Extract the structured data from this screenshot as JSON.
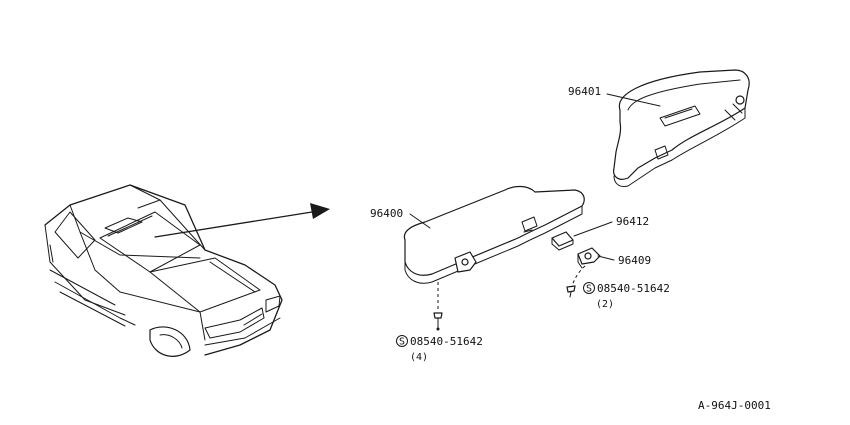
{
  "parts": {
    "visor_right": "96401",
    "visor_left": "96400",
    "clip": "96412",
    "holder": "96409"
  },
  "screws": {
    "upper": {
      "symbol": "S",
      "number": "08540-51642",
      "qty": "(2)"
    },
    "lower": {
      "symbol": "S",
      "number": "08540-51642",
      "qty": "(4)"
    }
  },
  "figure_code": "A-964J-0001"
}
